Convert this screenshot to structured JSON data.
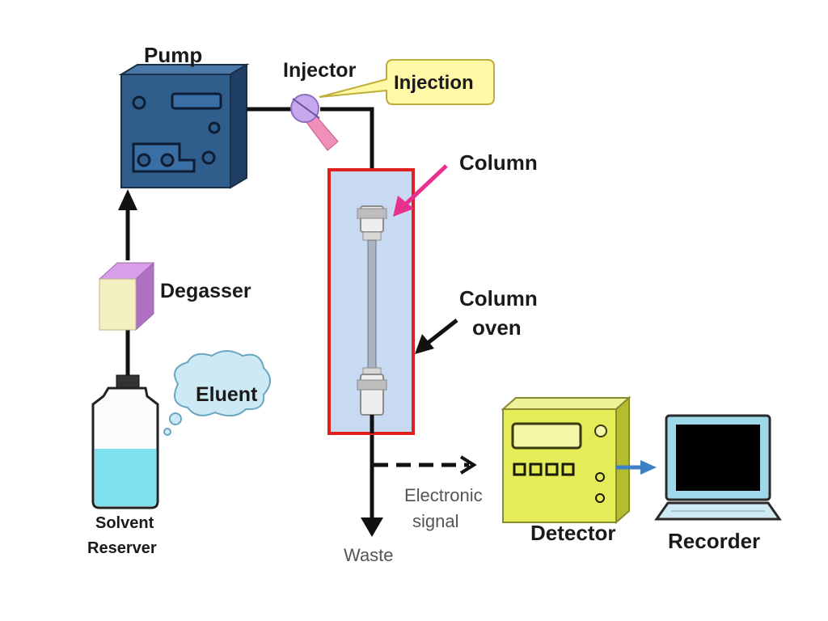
{
  "labels": {
    "pump": "Pump",
    "injector": "Injector",
    "injection": "Injection",
    "column": "Column",
    "column_oven_line1": "Column",
    "column_oven_line2": "oven",
    "degasser": "Degasser",
    "eluent": "Eluent",
    "solvent_reserver_line1": "Solvent",
    "solvent_reserver_line2": "Reserver",
    "electronic_signal_line1": "Electronic",
    "electronic_signal_line2": "signal",
    "waste": "Waste",
    "detector": "Detector",
    "recorder": "Recorder"
  },
  "colors": {
    "pump_body": "#2f5d8c",
    "pump_dark": "#1c3d63",
    "oven_border": "#e0201f",
    "oven_fill": "#c8daf2",
    "callout_fill": "#fff8a6",
    "cloud_fill": "#cde9f4",
    "degasser_face": "#f4efc0",
    "degasser_top": "#d99ee8",
    "detector_body": "#e4ec57",
    "bottle_liquid": "#7fe0ee",
    "column_arrow": "#e8308c",
    "signal_arrow": "#3f7fc4",
    "recorder_frame": "#9fd8ea"
  }
}
